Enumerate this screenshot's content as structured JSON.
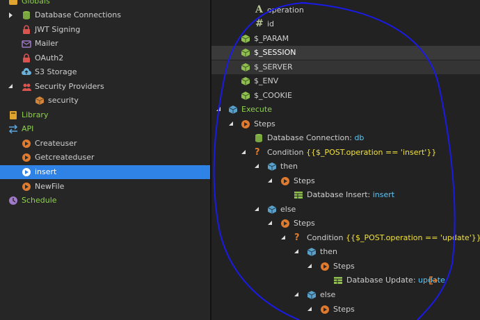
{
  "left": {
    "globals": "Globals",
    "db_connections": "Database Connections",
    "jwt": "JWT Signing",
    "mailer": "Mailer",
    "oauth": "OAuth2",
    "s3": "S3 Storage",
    "security_providers": "Security Providers",
    "security": "security",
    "library": "Library",
    "api": "API",
    "createuser": "Createuser",
    "getcreateduser": "Getcreateduser",
    "insert": "insert",
    "newfile": "NewFile",
    "schedule": "Schedule"
  },
  "right": {
    "operation": "operation",
    "id": "id",
    "param": "$_PARAM",
    "session": "$_SESSION",
    "server": "$_SERVER",
    "env": "$_ENV",
    "cookie": "$_COOKIE",
    "execute": "Execute",
    "steps1": "Steps",
    "dbconn_label": "Database Connection:",
    "dbconn_value": "db",
    "cond1_label": "Condition",
    "cond1_expr": "{{$_POST.operation == 'insert'}}",
    "then1": "then",
    "steps2": "Steps",
    "dbinsert_label": "Database Insert:",
    "dbinsert_value": "insert",
    "else1": "else",
    "steps3": "Steps",
    "cond2_label": "Condition",
    "cond2_expr": "{{$_POST.operation == 'update'}}",
    "then2": "then",
    "steps4": "Steps",
    "dbupdate_label": "Database Update:",
    "dbupdate_value": "update",
    "else2": "else",
    "steps5": "Steps"
  },
  "colors": {
    "selected": "#2f82e6",
    "green": "#8fd14f",
    "blue": "#5cc6f7",
    "yellow": "#f3e23a",
    "annotation": "#1a1ae6"
  }
}
